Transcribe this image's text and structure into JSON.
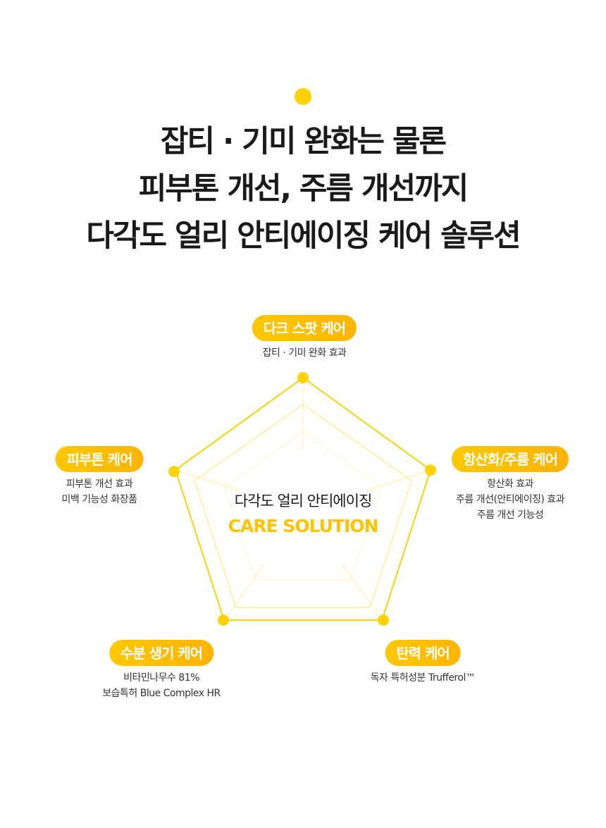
{
  "headline": [
    "잡티 · 기미 완화는 물론",
    "피부톤 개선, 주름 개선까지",
    "다각도 얼리 안티에이징 케어 솔루션"
  ],
  "center": {
    "line1": "다각도 얼리 안티에이징",
    "line2": "CARE SOLUTION"
  },
  "nodes": {
    "top": {
      "badge": "다크 스팟 케어",
      "desc": [
        "잡티 · 기미 완화 효과"
      ]
    },
    "right": {
      "badge": "항산화/주름 케어",
      "desc": [
        "항산화 효과",
        "주름 개선(안티에이징) 효과",
        "주름 개선 기능성"
      ]
    },
    "bottom_right": {
      "badge": "탄력 케어",
      "desc": [
        "독자 특허성분 Trufferol™"
      ]
    },
    "bottom_left": {
      "badge": "수분 생기 케어",
      "desc": [
        "비타민나무수 81%",
        "보습특허 Blue Complex HR"
      ]
    },
    "left": {
      "badge": "피부톤 케어",
      "desc": [
        "피부톤 개선 효과",
        "미백 기능성 화장품"
      ]
    }
  },
  "colors": {
    "accent": "#FFD200",
    "accent_text": "#FFC400"
  }
}
